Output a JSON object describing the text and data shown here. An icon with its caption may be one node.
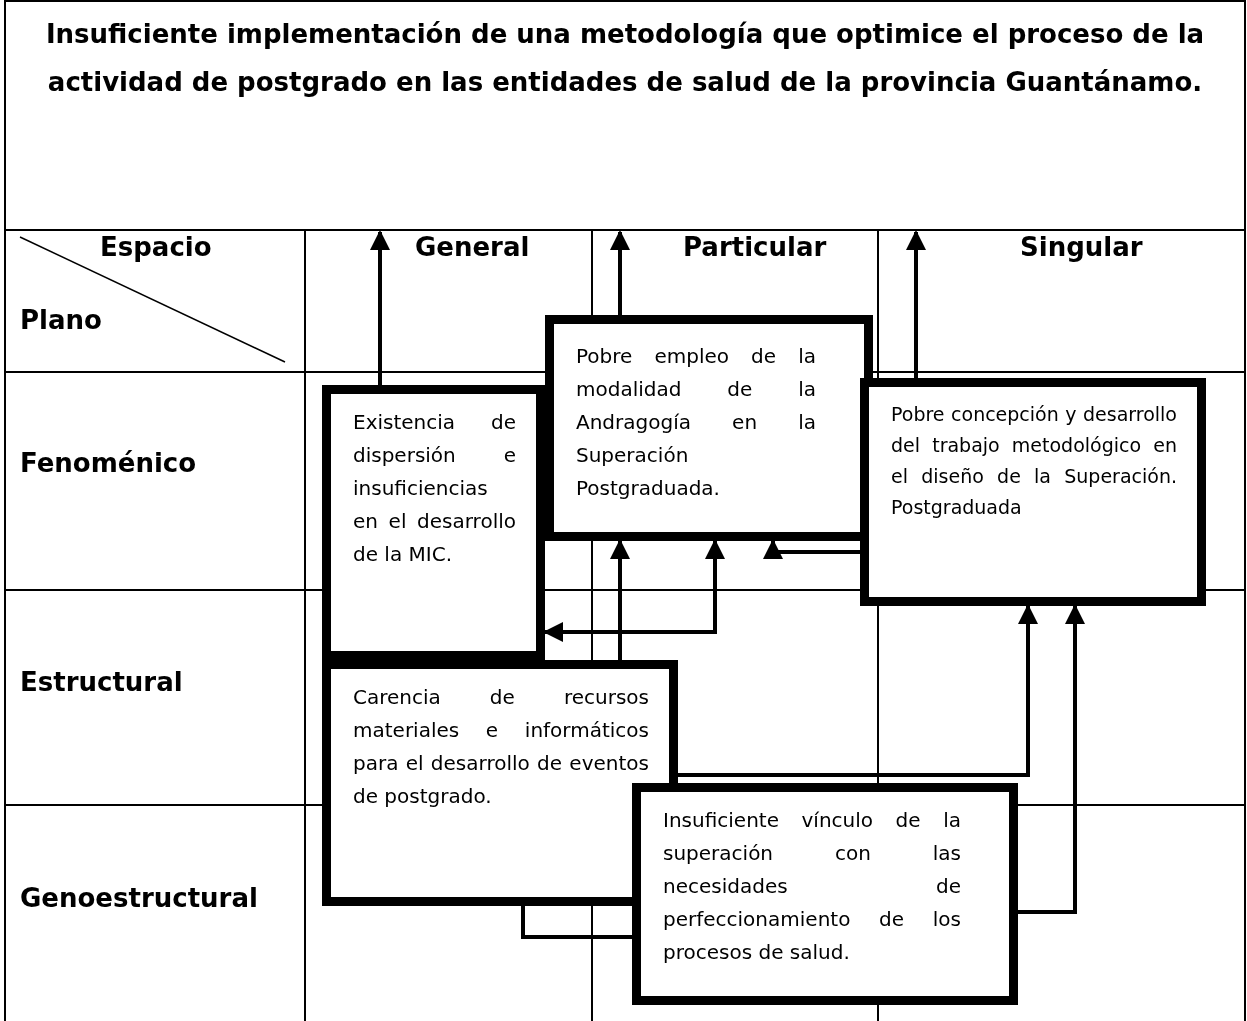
{
  "diagram": {
    "title": "Insuficiente implementación de una metodología que optimice el proceso de la actividad de postgrado en las entidades de salud de la provincia Guantánamo.",
    "nodes": [
      {
        "text": [
          "Existencia de dispersión e insuficiencias en el desarrollo de la MIC."
        ]
      },
      {
        "text": [
          "Pobre empleo de la modalidad de la Andragogía en la Superación Postgraduada."
        ]
      },
      {
        "text": [
          "Pobre concepción y desarrollo del trabajo metodológico en el diseño de la Superación. Postgraduada"
        ]
      },
      {
        "text": [
          "Carencia de recursos materiales e informáticos para el desarrollo de eventos de postgrado."
        ]
      },
      {
        "text": [
          "Insuficiente vínculo de la superación con las necesidades de perfeccionamiento de los procesos de salud."
        ]
      }
    ],
    "edges": [
      {
        "from": 0,
        "to": null,
        "arrow": "to"
      },
      {
        "from": 1,
        "to": null,
        "arrow": "to"
      },
      {
        "from": 2,
        "to": null,
        "arrow": "to"
      },
      {
        "from": 2,
        "to": 1,
        "arrow": "to"
      },
      {
        "from": 3,
        "to": 1,
        "arrow": "to"
      },
      {
        "from": 0,
        "to": 1,
        "arrow": "both"
      },
      {
        "from": 3,
        "to": 2,
        "arrow": "to"
      },
      {
        "from": 4,
        "to": 2,
        "arrow": "to"
      },
      {
        "from": 4,
        "to": 3,
        "arrow": "none"
      }
    ],
    "labels": [
      "Espacio",
      "General",
      "Particular",
      "Singular",
      "Plano",
      "Fenoménico",
      "Estructural",
      "Genoestructural"
    ]
  }
}
